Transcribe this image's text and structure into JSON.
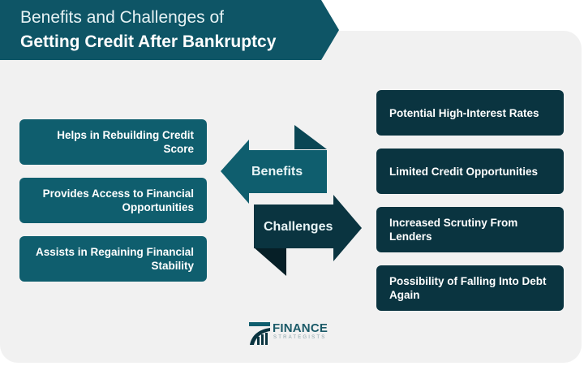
{
  "title": {
    "line1": "Benefits and Challenges of",
    "line2": "Getting Credit After Bankruptcy"
  },
  "arrows": {
    "benefits_label": "Benefits",
    "challenges_label": "Challenges"
  },
  "benefits": [
    {
      "label": "Helps in Rebuilding Credit Score"
    },
    {
      "label": "Provides Access to Financial Opportunities"
    },
    {
      "label": "Assists in Regaining Financial Stability"
    }
  ],
  "challenges": [
    {
      "label": "Potential High-Interest Rates"
    },
    {
      "label": "Limited Credit Opportunities"
    },
    {
      "label": "Increased Scrutiny From Lenders"
    },
    {
      "label": "Possibility of Falling Into Debt Again"
    }
  ],
  "logo": {
    "name": "FINANCE",
    "subtitle": "STRATEGISTS"
  },
  "colors": {
    "banner": "#0e5566",
    "benefit": "#0f5e6e",
    "challenge": "#0a3440",
    "panel": "#f1f1f1"
  }
}
